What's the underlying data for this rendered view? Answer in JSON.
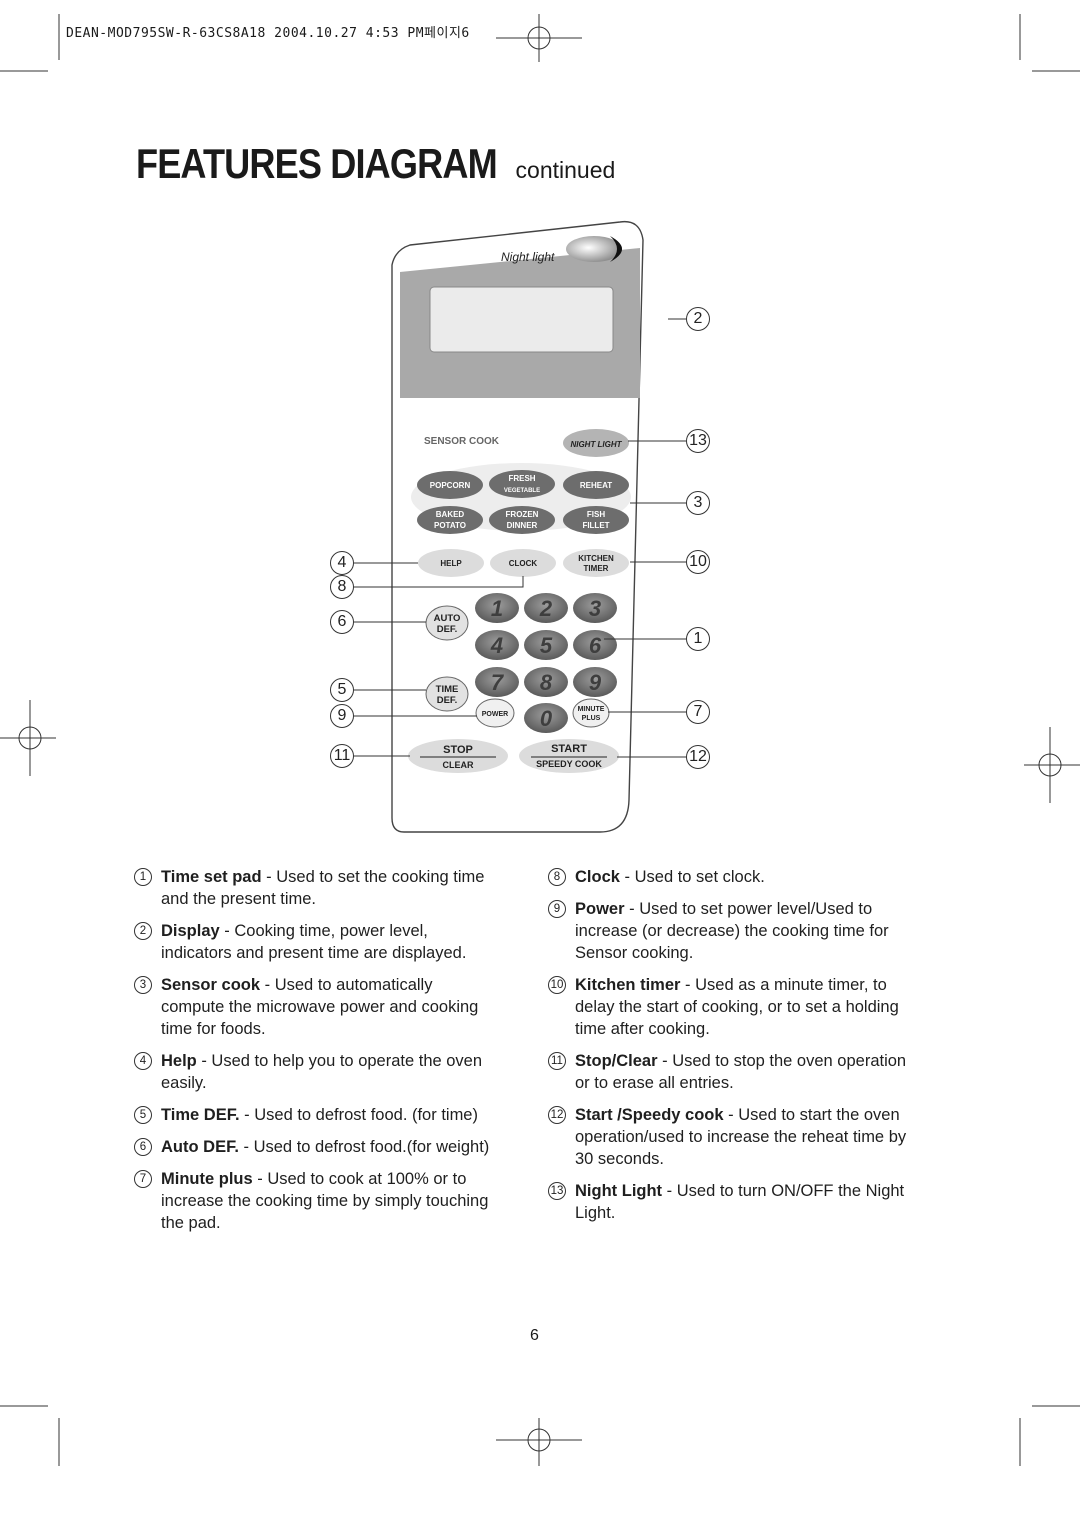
{
  "header": {
    "print_slug": "DEAN-MOD795SW-R-63CS8A18  2004.10.27 4:53 PM페이지6"
  },
  "title": {
    "main": "FEATURES DIAGRAM",
    "sub": "continued"
  },
  "panel": {
    "night_light_script": "Night light",
    "sensor_cook_label": "SENSOR COOK",
    "night_light_button": "NIGHT LIGHT",
    "buttons": {
      "popcorn": "POPCORN",
      "fresh_line1": "FRESH",
      "fresh_line2": "VEGETABLE",
      "reheat": "REHEAT",
      "baked_line1": "BAKED",
      "baked_line2": "POTATO",
      "frozen_line1": "FROZEN",
      "frozen_line2": "DINNER",
      "fish_line1": "FISH",
      "fish_line2": "FILLET",
      "help": "HELP",
      "clock": "CLOCK",
      "kitchen_line1": "KITCHEN",
      "kitchen_line2": "TIMER",
      "auto_line1": "AUTO",
      "auto_line2": "DEF.",
      "time_line1": "TIME",
      "time_line2": "DEF.",
      "power": "POWER",
      "minute_line1": "MINUTE",
      "minute_line2": "PLUS",
      "stop": "STOP",
      "clear": "CLEAR",
      "start": "START",
      "speedy_cook": "SPEEDY COOK"
    },
    "digits": [
      "1",
      "2",
      "3",
      "4",
      "5",
      "6",
      "7",
      "8",
      "9",
      "0"
    ]
  },
  "callouts": {
    "c1": "1",
    "c2": "2",
    "c3": "3",
    "c4": "4",
    "c5": "5",
    "c6": "6",
    "c7": "7",
    "c8": "8",
    "c9": "9",
    "c10": "10",
    "c11": "11",
    "c12": "12",
    "c13": "13"
  },
  "descriptions_left": [
    {
      "num": "1",
      "term": "Time set pad",
      "text": " - Used to set the cooking time and the present time."
    },
    {
      "num": "2",
      "term": "Display",
      "text": " - Cooking time, power level, indicators and present time are displayed."
    },
    {
      "num": "3",
      "term": "Sensor cook",
      "text": " - Used to automatically compute the microwave power and cooking time for foods."
    },
    {
      "num": "4",
      "term": "Help",
      "text": " - Used to help you to operate the oven easily."
    },
    {
      "num": "5",
      "term": "Time DEF.",
      "text": " - Used to defrost food. (for time)"
    },
    {
      "num": "6",
      "term": "Auto DEF.",
      "text": " - Used to defrost food.(for weight)"
    },
    {
      "num": "7",
      "term": "Minute plus",
      "text": " - Used to cook at 100% or to increase the cooking time by simply touching the pad."
    }
  ],
  "descriptions_right": [
    {
      "num": "8",
      "term": "Clock",
      "text": " - Used to set clock."
    },
    {
      "num": "9",
      "term": "Power",
      "text": " - Used to set power level/Used to increase (or decrease) the cooking time for Sensor cooking."
    },
    {
      "num": "10",
      "term": "Kitchen timer",
      "text": " - Used as a minute timer, to delay the start of cooking, or to set a holding time after cooking."
    },
    {
      "num": "11",
      "term": "Stop/Clear",
      "text": " - Used to stop the oven operation or to erase all entries."
    },
    {
      "num": "12",
      "term": "Start /Speedy cook",
      "text": " - Used to start the oven operation/used to increase the reheat time by 30 seconds."
    },
    {
      "num": "13",
      "term": "Night Light",
      "text": " - Used to turn ON/OFF the Night Light."
    }
  ],
  "page_number": "6"
}
